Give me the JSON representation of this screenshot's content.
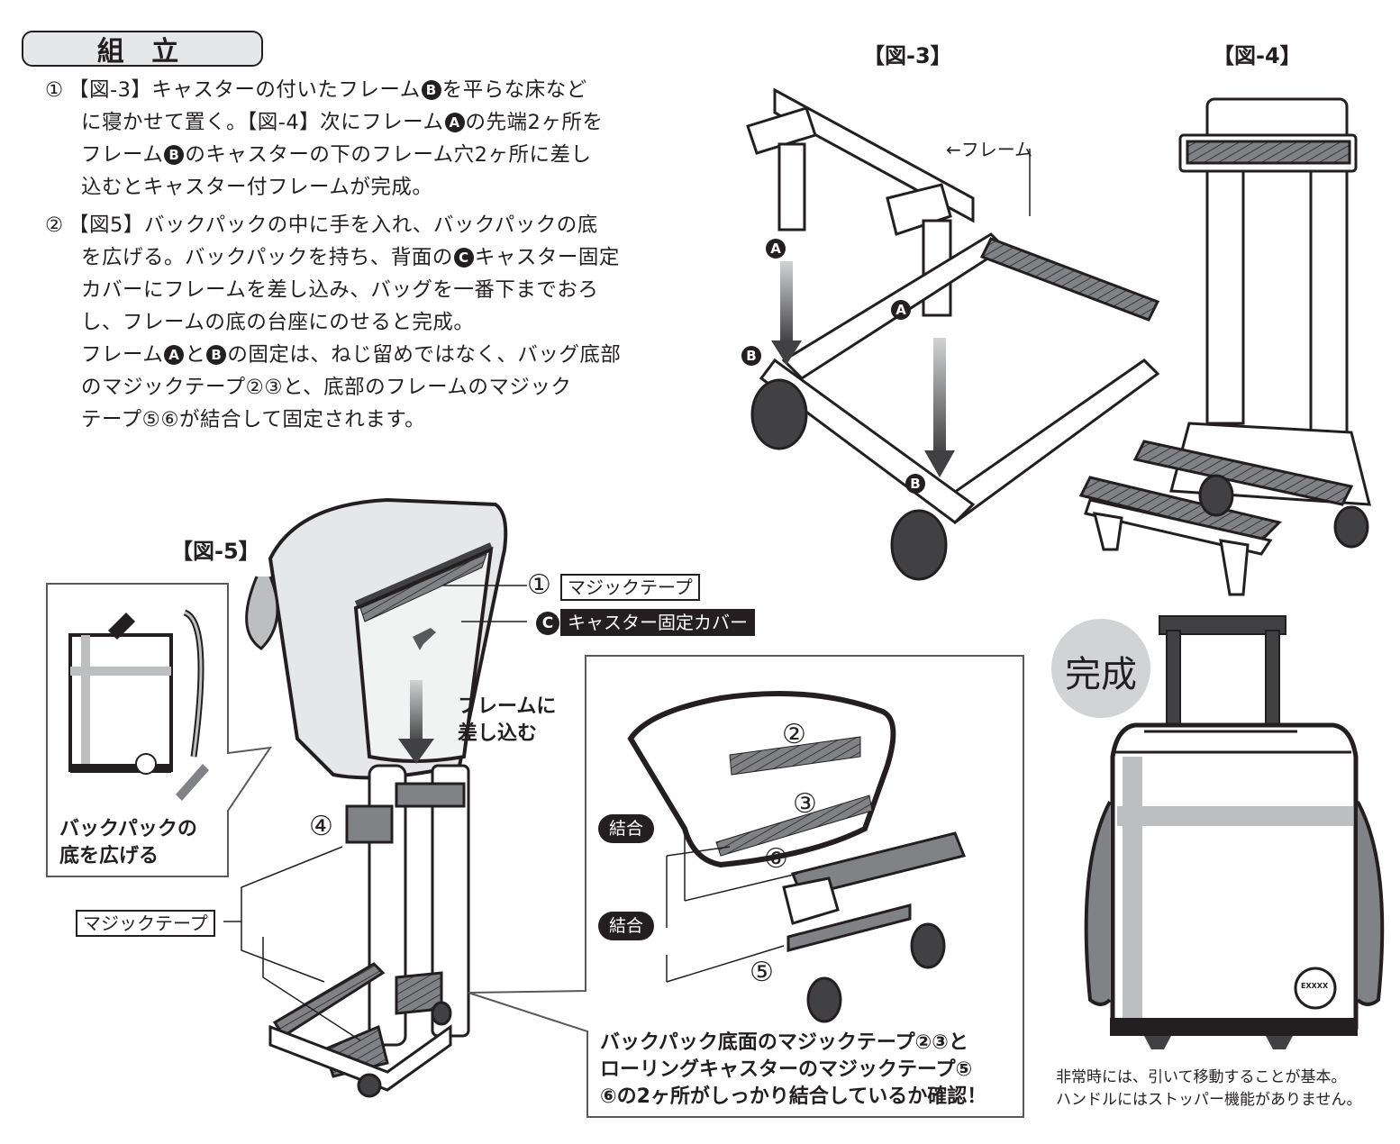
{
  "section_title": "組 立",
  "steps": [
    {
      "number": "①",
      "lines": [
        [
          {
            "t": "【図-3】キャスターの付いたフレーム"
          },
          {
            "b": "B"
          },
          {
            "t": "を平らな床など"
          }
        ],
        [
          {
            "t": "に寝かせて置く。【図-4】次にフレーム"
          },
          {
            "b": "A"
          },
          {
            "t": "の先端2ヶ所を"
          }
        ],
        [
          {
            "t": "フレーム"
          },
          {
            "b": "B"
          },
          {
            "t": "のキャスターの下のフレーム穴2ヶ所に差し"
          }
        ],
        [
          {
            "t": "込むとキャスター付フレームが完成。"
          }
        ]
      ]
    },
    {
      "number": "②",
      "lines": [
        [
          {
            "t": "【図5】バックパックの中に手を入れ、バックパックの底"
          }
        ],
        [
          {
            "t": "を広げる。バックパックを持ち、背面の"
          },
          {
            "b": "C"
          },
          {
            "t": "キャスター固定"
          }
        ],
        [
          {
            "t": "カバーにフレームを差し込み、バッグを一番下までおろ"
          }
        ],
        [
          {
            "t": "し、フレームの底の台座にのせると完成。"
          }
        ],
        [
          {
            "t": "フレーム"
          },
          {
            "b": "A"
          },
          {
            "t": "と"
          },
          {
            "b": "B"
          },
          {
            "t": "の固定は、ねじ留めではなく、バッグ底部"
          }
        ],
        [
          {
            "t": "のマジックテープ②③と、底部のフレームのマジック"
          }
        ],
        [
          {
            "t": "テープ⑤⑥が結合して固定されます。"
          }
        ]
      ]
    }
  ],
  "figures": {
    "fig3": {
      "label": "【図-3】",
      "frame_label": "←フレーム",
      "marker_a": "A",
      "marker_b": "B"
    },
    "fig4": {
      "label": "【図-4】"
    },
    "fig5": {
      "label": "【図-5】",
      "callout_1_num": "①",
      "callout_1_text": "マジックテープ",
      "callout_c_badge": "C",
      "callout_c_text": "キャスター固定カバー",
      "insert_instruction": [
        "フレームに",
        "差し込む"
      ],
      "inset_caption": [
        "バックパックの",
        "底を広げる"
      ],
      "tape_4": "④",
      "tape_label": "マジックテープ"
    },
    "detail": {
      "tape_2": "②",
      "tape_3": "③",
      "tape_6": "⑥",
      "tape_5": "⑤",
      "join_label_1": "結合",
      "join_label_2": "結合",
      "note": [
        "バックパック底面のマジックテープ②③と",
        "ローリングキャスターのマジックテープ⑤",
        "⑥の2ヶ所がしっかり結合しているか確認！"
      ]
    },
    "complete": {
      "badge": "完成",
      "logo_text": "EXXXX",
      "caption": [
        "非常時には、引いて移動することが基本。",
        "ハンドルにはストッパー機能がありません。"
      ]
    }
  },
  "colors": {
    "ink": "#231f20",
    "light_gray": "#e6e7e8",
    "mid_gray": "#bcbec0",
    "dark_gray": "#58595b",
    "velcro": "#808285"
  }
}
